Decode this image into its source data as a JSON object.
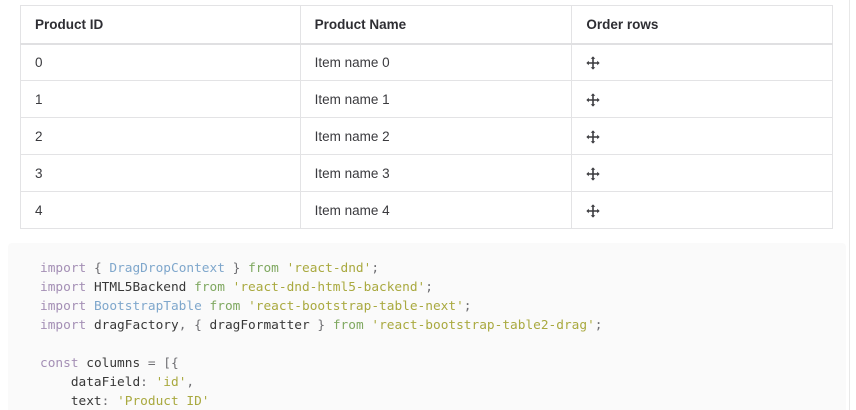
{
  "table": {
    "columns": [
      {
        "key": "id",
        "label": "Product ID"
      },
      {
        "key": "name",
        "label": "Product Name"
      },
      {
        "key": "order",
        "label": "Order rows"
      }
    ],
    "rows": [
      {
        "id": "0",
        "name": "Item name 0",
        "order_icon": "arrows-move-icon"
      },
      {
        "id": "1",
        "name": "Item name 1",
        "order_icon": "arrows-move-icon"
      },
      {
        "id": "2",
        "name": "Item name 2",
        "order_icon": "arrows-move-icon"
      },
      {
        "id": "3",
        "name": "Item name 3",
        "order_icon": "arrows-move-icon"
      },
      {
        "id": "4",
        "name": "Item name 4",
        "order_icon": "arrows-move-icon"
      }
    ]
  },
  "code": {
    "language": "javascript",
    "lines": [
      [
        {
          "t": "import ",
          "c": "kw"
        },
        {
          "t": "{ ",
          "c": "punct"
        },
        {
          "t": "DragDropContext",
          "c": "cls"
        },
        {
          "t": " } ",
          "c": "punct"
        },
        {
          "t": "from ",
          "c": "from"
        },
        {
          "t": "'react-dnd'",
          "c": "str"
        },
        {
          "t": ";",
          "c": "punct"
        }
      ],
      [
        {
          "t": "import ",
          "c": "kw"
        },
        {
          "t": "HTML5Backend",
          "c": "plain"
        },
        {
          "t": " ",
          "c": "plain"
        },
        {
          "t": "from ",
          "c": "from"
        },
        {
          "t": "'react-dnd-html5-backend'",
          "c": "str"
        },
        {
          "t": ";",
          "c": "punct"
        }
      ],
      [
        {
          "t": "import ",
          "c": "kw"
        },
        {
          "t": "BootstrapTable",
          "c": "cls"
        },
        {
          "t": " ",
          "c": "plain"
        },
        {
          "t": "from ",
          "c": "from"
        },
        {
          "t": "'react-bootstrap-table-next'",
          "c": "str"
        },
        {
          "t": ";",
          "c": "punct"
        }
      ],
      [
        {
          "t": "import ",
          "c": "kw"
        },
        {
          "t": "dragFactory",
          "c": "plain"
        },
        {
          "t": ", ",
          "c": "punct"
        },
        {
          "t": "{ ",
          "c": "punct"
        },
        {
          "t": "dragFormatter",
          "c": "plain"
        },
        {
          "t": " } ",
          "c": "punct"
        },
        {
          "t": "from ",
          "c": "from"
        },
        {
          "t": "'react-bootstrap-table2-drag'",
          "c": "str"
        },
        {
          "t": ";",
          "c": "punct"
        }
      ],
      [],
      [
        {
          "t": "const ",
          "c": "kw"
        },
        {
          "t": "columns",
          "c": "plain"
        },
        {
          "t": " = ",
          "c": "punct"
        },
        {
          "t": "[{",
          "c": "punct"
        }
      ],
      [
        {
          "t": "    dataField",
          "c": "plain"
        },
        {
          "t": ": ",
          "c": "punct"
        },
        {
          "t": "'id'",
          "c": "str"
        },
        {
          "t": ",",
          "c": "punct"
        }
      ],
      [
        {
          "t": "    text",
          "c": "plain"
        },
        {
          "t": ": ",
          "c": "punct"
        },
        {
          "t": "'Product ID'",
          "c": "str"
        }
      ]
    ]
  },
  "colors": {
    "keyword": "#a48fb5",
    "class_name": "#7fa7cc",
    "from_keyword": "#7fa860",
    "string": "#a9a93f",
    "plain_text": "#383838",
    "code_background": "#fafafa",
    "table_border": "#e3e3e5",
    "header_text": "#2e2e33"
  }
}
